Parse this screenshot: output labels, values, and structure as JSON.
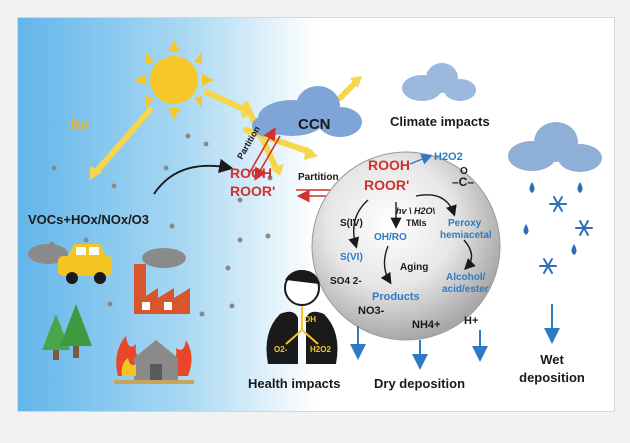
{
  "labels": {
    "hv": "hv",
    "ccn": "CCN",
    "partition_ccn": "Partition",
    "partition_main": "Partition",
    "climate": "Climate impacts",
    "vocs": "VOCs+HOx/NOx/O3",
    "rooh_left": "ROOH",
    "roor_left": "ROOR'",
    "rooh_center": "ROOH",
    "roor_center": "ROOR'",
    "h2o2": "H2O2",
    "carbonyl": "–C–",
    "peroxy": "Peroxy",
    "hemiacetal": "hemiacetal",
    "s4": "S(IV)",
    "s6": "S(VI)",
    "so4": "SO4 2-",
    "hv_h2o": "hv \\ H2O\\",
    "tmis": "TMIs",
    "ohro": "OH/RO",
    "aging": "Aging",
    "products": "Products",
    "alcohol1": "Alcohol/",
    "alcohol2": "acid/ester",
    "no3": "NO3-",
    "nh4": "NH4+",
    "hplus": "H+",
    "health": "Health impacts",
    "dry": "Dry deposition",
    "wet1": "Wet",
    "wet2": "deposition",
    "lung_oh": "OH",
    "lung_o2": "O2-",
    "lung_h2o2": "H2O2"
  },
  "colors": {
    "red": "#d0312d",
    "blue": "#2e7bc4",
    "dark": "#1a1a1a",
    "sun": "#f6c72a",
    "cloud": "#7ea4d8",
    "rain_cloud": "#8fb0d6"
  }
}
